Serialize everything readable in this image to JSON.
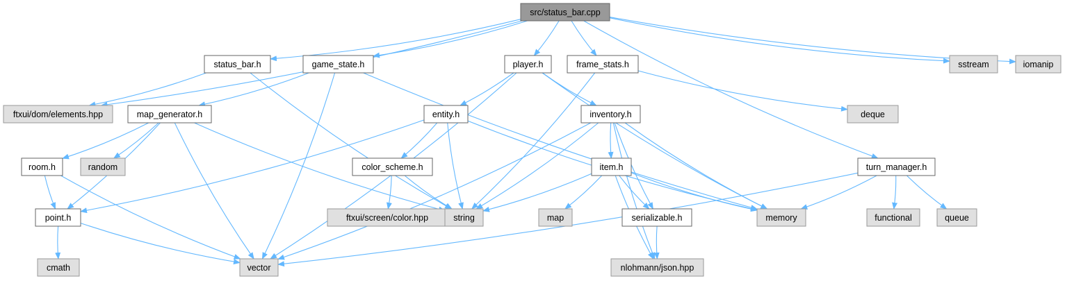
{
  "colors": {
    "root_fill": "#999999",
    "local_fill": "#ffffff",
    "local_border": "#666666",
    "external_fill": "#e0e0e0",
    "external_border": "#999999",
    "edge": "#63b8ff"
  },
  "nodes": [
    {
      "id": "status_bar_cpp",
      "label": "src/status_bar.cpp",
      "kind": "root"
    },
    {
      "id": "status_bar_h",
      "label": "status_bar.h",
      "kind": "local"
    },
    {
      "id": "game_state_h",
      "label": "game_state.h",
      "kind": "local"
    },
    {
      "id": "player_h",
      "label": "player.h",
      "kind": "local"
    },
    {
      "id": "frame_stats_h",
      "label": "frame_stats.h",
      "kind": "local"
    },
    {
      "id": "sstream",
      "label": "sstream",
      "kind": "external"
    },
    {
      "id": "iomanip",
      "label": "iomanip",
      "kind": "external"
    },
    {
      "id": "ftxui_elements",
      "label": "ftxui/dom/elements.hpp",
      "kind": "external"
    },
    {
      "id": "map_generator_h",
      "label": "map_generator.h",
      "kind": "local"
    },
    {
      "id": "entity_h",
      "label": "entity.h",
      "kind": "local"
    },
    {
      "id": "inventory_h",
      "label": "inventory.h",
      "kind": "local"
    },
    {
      "id": "deque",
      "label": "deque",
      "kind": "external"
    },
    {
      "id": "room_h",
      "label": "room.h",
      "kind": "local"
    },
    {
      "id": "random",
      "label": "random",
      "kind": "external"
    },
    {
      "id": "color_scheme_h",
      "label": "color_scheme.h",
      "kind": "local"
    },
    {
      "id": "item_h",
      "label": "item.h",
      "kind": "local"
    },
    {
      "id": "turn_manager_h",
      "label": "turn_manager.h",
      "kind": "local"
    },
    {
      "id": "point_h",
      "label": "point.h",
      "kind": "local"
    },
    {
      "id": "ftxui_color",
      "label": "ftxui/screen/color.hpp",
      "kind": "external"
    },
    {
      "id": "string",
      "label": "string",
      "kind": "external"
    },
    {
      "id": "map",
      "label": "map",
      "kind": "external"
    },
    {
      "id": "serializable_h",
      "label": "serializable.h",
      "kind": "local"
    },
    {
      "id": "memory",
      "label": "memory",
      "kind": "external"
    },
    {
      "id": "functional",
      "label": "functional",
      "kind": "external"
    },
    {
      "id": "queue",
      "label": "queue",
      "kind": "external"
    },
    {
      "id": "cmath",
      "label": "cmath",
      "kind": "external"
    },
    {
      "id": "vector",
      "label": "vector",
      "kind": "external"
    },
    {
      "id": "nlohmann_json",
      "label": "nlohmann/json.hpp",
      "kind": "external"
    }
  ],
  "edges": [
    [
      "status_bar_cpp",
      "status_bar_h"
    ],
    [
      "status_bar_cpp",
      "game_state_h"
    ],
    [
      "status_bar_cpp",
      "player_h"
    ],
    [
      "status_bar_cpp",
      "frame_stats_h"
    ],
    [
      "status_bar_cpp",
      "sstream"
    ],
    [
      "status_bar_cpp",
      "iomanip"
    ],
    [
      "status_bar_cpp",
      "ftxui_elements"
    ],
    [
      "status_bar_cpp",
      "turn_manager_h"
    ],
    [
      "status_bar_h",
      "ftxui_elements"
    ],
    [
      "status_bar_h",
      "string"
    ],
    [
      "game_state_h",
      "map_generator_h"
    ],
    [
      "game_state_h",
      "vector"
    ],
    [
      "game_state_h",
      "memory"
    ],
    [
      "player_h",
      "entity_h"
    ],
    [
      "player_h",
      "inventory_h"
    ],
    [
      "player_h",
      "vector"
    ],
    [
      "player_h",
      "memory"
    ],
    [
      "frame_stats_h",
      "deque"
    ],
    [
      "frame_stats_h",
      "string"
    ],
    [
      "map_generator_h",
      "room_h"
    ],
    [
      "map_generator_h",
      "random"
    ],
    [
      "map_generator_h",
      "point_h"
    ],
    [
      "map_generator_h",
      "vector"
    ],
    [
      "map_generator_h",
      "string"
    ],
    [
      "entity_h",
      "color_scheme_h"
    ],
    [
      "entity_h",
      "point_h"
    ],
    [
      "entity_h",
      "string"
    ],
    [
      "entity_h",
      "memory"
    ],
    [
      "inventory_h",
      "item_h"
    ],
    [
      "inventory_h",
      "string"
    ],
    [
      "inventory_h",
      "vector"
    ],
    [
      "inventory_h",
      "memory"
    ],
    [
      "inventory_h",
      "serializable_h"
    ],
    [
      "inventory_h",
      "nlohmann_json"
    ],
    [
      "room_h",
      "point_h"
    ],
    [
      "room_h",
      "vector"
    ],
    [
      "color_scheme_h",
      "ftxui_color"
    ],
    [
      "color_scheme_h",
      "string"
    ],
    [
      "item_h",
      "string"
    ],
    [
      "item_h",
      "map"
    ],
    [
      "item_h",
      "serializable_h"
    ],
    [
      "item_h",
      "memory"
    ],
    [
      "item_h",
      "nlohmann_json"
    ],
    [
      "serializable_h",
      "nlohmann_json"
    ],
    [
      "turn_manager_h",
      "memory"
    ],
    [
      "turn_manager_h",
      "functional"
    ],
    [
      "turn_manager_h",
      "queue"
    ],
    [
      "turn_manager_h",
      "vector"
    ],
    [
      "point_h",
      "cmath"
    ],
    [
      "point_h",
      "vector"
    ]
  ]
}
